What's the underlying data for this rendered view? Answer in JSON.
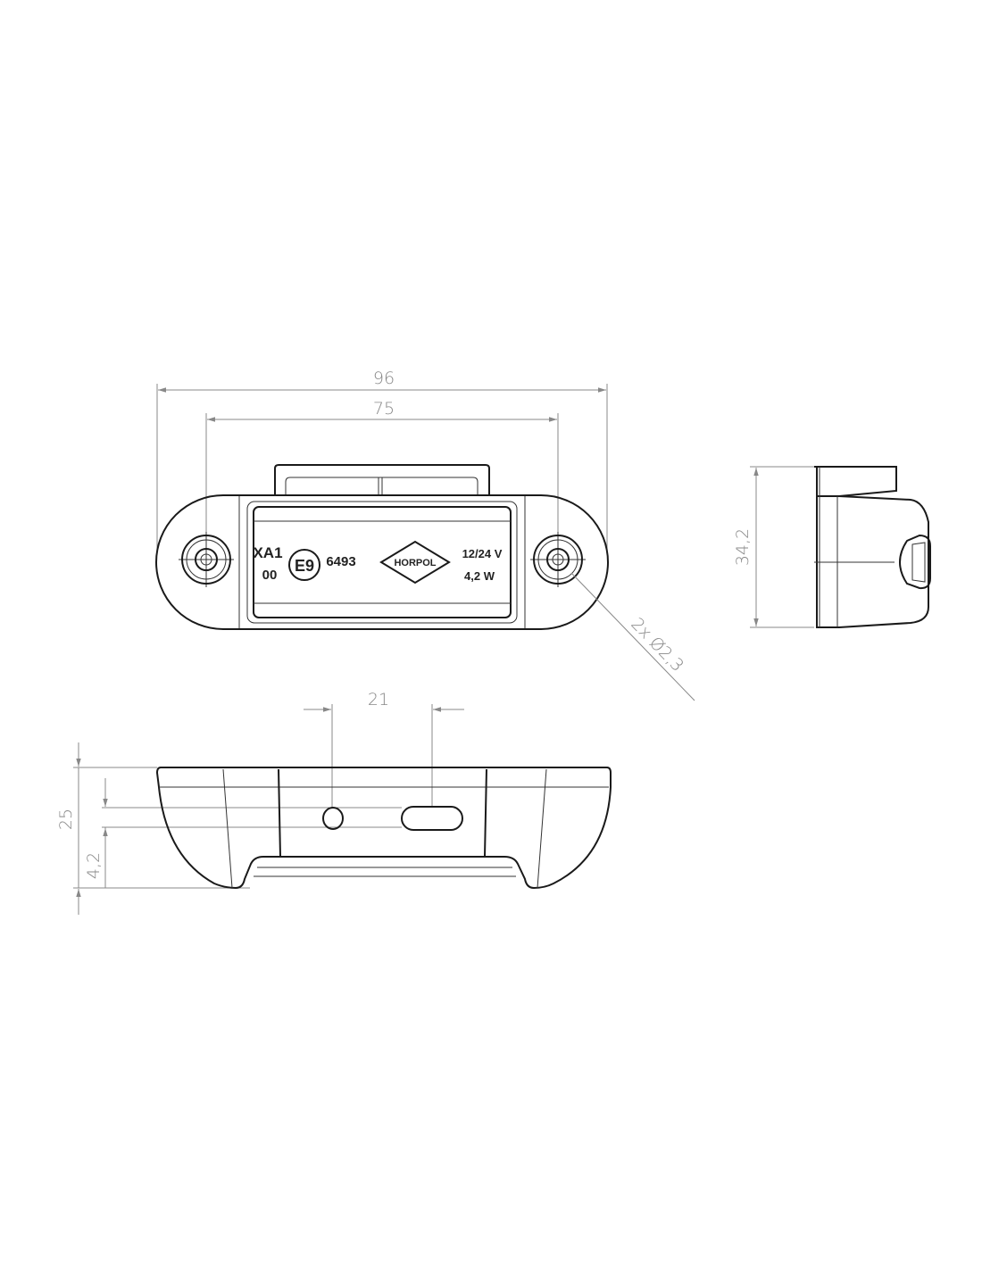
{
  "drawing": {
    "front_view": {
      "dim_overall_width": "96",
      "dim_hole_spacing": "75",
      "dim_hole_diameter": "2x Ø2,3",
      "marking": {
        "code_line1": "XA1",
        "code_line2": "00",
        "approval_mark": "E9",
        "approval_number": "6493",
        "brand_logo": "HORPOL",
        "voltage": "12/24 V",
        "power": "4,2 W"
      }
    },
    "side_view": {
      "dim_height": "34,2"
    },
    "bottom_view": {
      "dim_cable_spacing": "21",
      "dim_depth": "25",
      "dim_cable_offset": "4,2"
    }
  }
}
